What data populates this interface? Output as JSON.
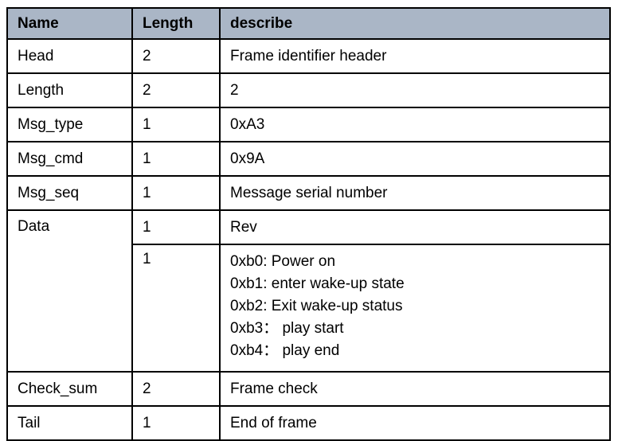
{
  "table": {
    "columns": [
      "Name",
      "Length",
      "describe"
    ],
    "rows": [
      {
        "name": "Head",
        "length": "2",
        "describe": "Frame identifier header"
      },
      {
        "name": "Length",
        "length": "2",
        "describe": "2"
      },
      {
        "name": "Msg_type",
        "length": "1",
        "describe": "0xA3"
      },
      {
        "name": "Msg_cmd",
        "length": "1",
        "describe": "0x9A"
      },
      {
        "name": "Msg_seq",
        "length": "1",
        "describe": "Message serial number"
      },
      {
        "name": "Data",
        "length": "1",
        "describe": "Rev"
      },
      {
        "length": "1",
        "describe_lines": [
          "0xb0: Power on",
          "0xb1: enter wake-up state",
          "0xb2: Exit wake-up status",
          "0xb3： play start",
          "0xb4： play end"
        ]
      },
      {
        "name": "Check_sum",
        "length": "2",
        "describe": "Frame check"
      },
      {
        "name": "Tail",
        "length": "1",
        "describe": "End of frame"
      }
    ],
    "colors": {
      "header_bg": "#aab6c6",
      "border": "#000000",
      "text": "#000000"
    }
  }
}
